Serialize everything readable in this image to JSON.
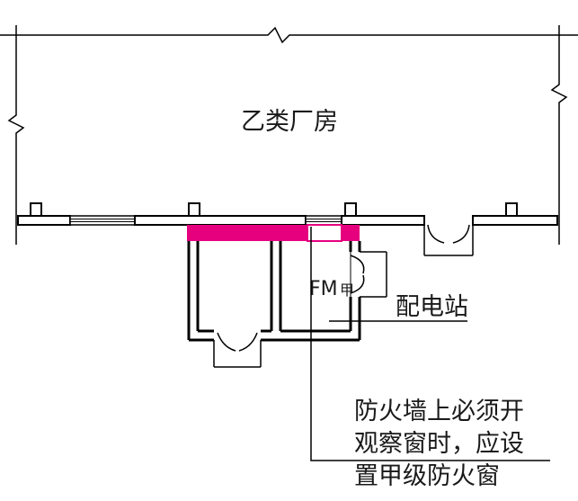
{
  "labels": {
    "factory": "乙类厂房",
    "door_code": "FM",
    "door_class": "甲",
    "substation": "配电站",
    "note_line1": "防火墙上必须开",
    "note_line2": "观察窗时，应设",
    "note_line3": "置甲级防火窗"
  },
  "colors": {
    "line": "#000000",
    "firewall": "#e6007e",
    "background": "#ffffff"
  }
}
